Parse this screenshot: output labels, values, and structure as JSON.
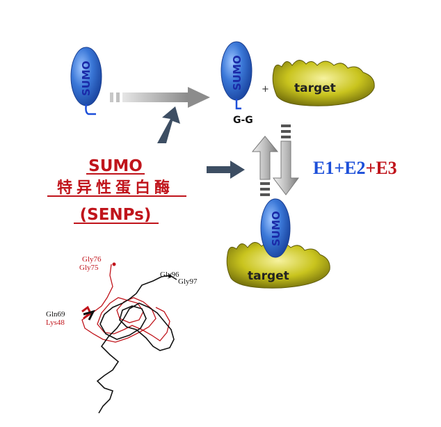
{
  "sumo_label": "SUMO",
  "target_label": "target",
  "gg_label": "G-G",
  "plus_sign": "+",
  "enzymes": {
    "e1": "E1",
    "plus1": "+",
    "e2": "E2",
    "plus2": "+",
    "e3": "E3"
  },
  "senps": {
    "line1": "SUMO",
    "line2": "特异性蛋白酶",
    "line3": "(SENPs)"
  },
  "structure_labels": {
    "gly76": "Gly76",
    "gly75": "Gly75",
    "gly96": "Gly96",
    "gly97": "Gly97",
    "gln69": "Gln69",
    "lys48": "Lys48"
  },
  "colors": {
    "blue": "#1c4fd9",
    "red": "#c0141b",
    "sumo_fill": "#3b78d8",
    "target_fill": "#c9c41e",
    "arrow_dark": "#3d4e63"
  }
}
